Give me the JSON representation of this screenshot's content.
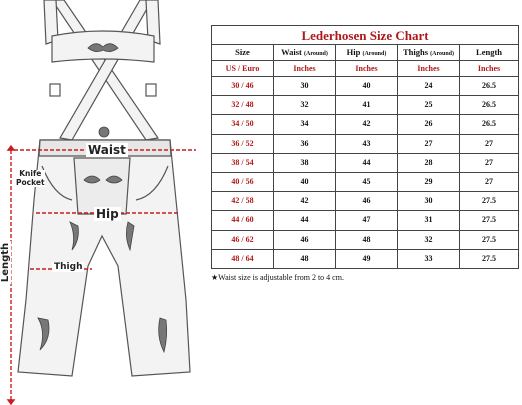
{
  "illustration": {
    "labels": {
      "waist": "Waist",
      "knife_pocket": "Knife\nPocket",
      "hip": "Hip",
      "thigh": "Thigh",
      "length": "Length"
    },
    "accent_color": "#c81e1e"
  },
  "chart": {
    "title": "Lederhosen Size Chart",
    "columns": [
      {
        "label": "Size",
        "sub": ""
      },
      {
        "label": "Waist",
        "sub": "(Around)"
      },
      {
        "label": "Hip",
        "sub": "(Around)"
      },
      {
        "label": "Thighs",
        "sub": "(Around)"
      },
      {
        "label": "Length",
        "sub": ""
      }
    ],
    "units": [
      "US / Euro",
      "Inches",
      "Inches",
      "Inches",
      "Inches"
    ],
    "rows": [
      [
        "30 / 46",
        "30",
        "40",
        "24",
        "26.5"
      ],
      [
        "32 / 48",
        "32",
        "41",
        "25",
        "26.5"
      ],
      [
        "34 / 50",
        "34",
        "42",
        "26",
        "26.5"
      ],
      [
        "36 / 52",
        "36",
        "43",
        "27",
        "27"
      ],
      [
        "38 / 54",
        "38",
        "44",
        "28",
        "27"
      ],
      [
        "40 / 56",
        "40",
        "45",
        "29",
        "27"
      ],
      [
        "42 / 58",
        "42",
        "46",
        "30",
        "27.5"
      ],
      [
        "44 / 60",
        "44",
        "47",
        "31",
        "27.5"
      ],
      [
        "46 / 62",
        "46",
        "48",
        "32",
        "27.5"
      ],
      [
        "48 / 64",
        "48",
        "49",
        "33",
        "27.5"
      ]
    ],
    "note": "★Waist size is adjustable from 2 to 4 cm.",
    "title_color": "#b01818"
  }
}
